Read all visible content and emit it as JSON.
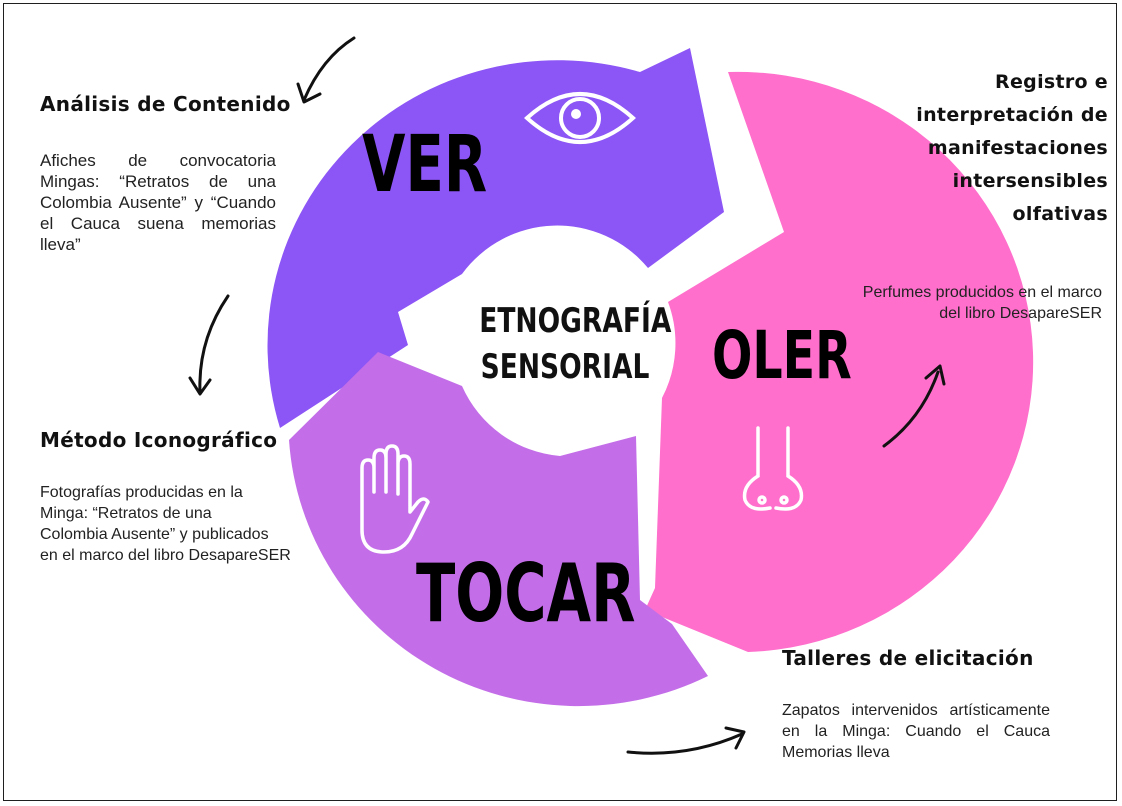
{
  "center": {
    "line1": "ETNOGRAFÍA",
    "line2": "SENSORIAL"
  },
  "segments": {
    "ver": {
      "label": "VER",
      "color": "#8C55F5",
      "icon": "eye-icon"
    },
    "oler": {
      "label": "OLER",
      "color": "#FF6FCB",
      "icon": "nose-icon"
    },
    "tocar": {
      "label": "TOCAR",
      "color": "#C36EE8",
      "icon": "hand-icon"
    }
  },
  "blocks": {
    "analisis": {
      "title": "Análisis de Contenido",
      "lines": [
        "Afiches de convocatoria",
        "Mingas: “Retratos de una",
        "Colombia Ausente” y “Cuando",
        "el Cauca suena memorias lleva”"
      ]
    },
    "metodo": {
      "title": "Método Iconográfico",
      "lines": [
        "Fotografías producidas en la",
        "Minga: “Retratos de una",
        "Colombia Ausente” y publicados",
        "en el marco del libro DesapareSER"
      ]
    },
    "registro": {
      "title_lines": [
        "Registro e",
        "interpretación de",
        "manifestaciones",
        "intersensibles",
        "olfativas"
      ],
      "lines": [
        "Perfumes producidos en el marco",
        "del libro DesapareSER"
      ]
    },
    "talleres": {
      "title": "Talleres de elicitación",
      "lines": [
        "Zapatos intervenidos artísticamente",
        "en la Minga: Cuando el Cauca",
        "Memorias lleva"
      ]
    }
  }
}
